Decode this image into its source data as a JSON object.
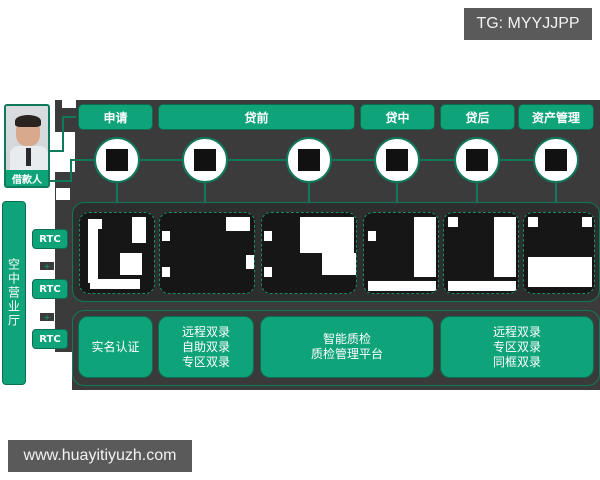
{
  "watermarks": {
    "top_right": "TG: MYYJJPP",
    "bottom_left": "www.huayitiyuzh.com"
  },
  "colors": {
    "brand_green": "#0fa37a",
    "line_green": "#11795b",
    "backdrop": "#3b3b3b",
    "watermark_bg": "#5a5a5a"
  },
  "borrower": {
    "label": "借款人",
    "icon": "person-photo"
  },
  "stages": [
    {
      "label": "申请"
    },
    {
      "label": "贷前"
    },
    {
      "label": "贷中"
    },
    {
      "label": "贷后"
    },
    {
      "label": "资产管理"
    }
  ],
  "nodes_count": 6,
  "side_panel": {
    "label": "空中营业厅",
    "rtc": [
      "RTC",
      "RTC",
      "RTC"
    ],
    "connector_icon": "+"
  },
  "services": [
    {
      "lines": [
        "实名认证"
      ]
    },
    {
      "lines": [
        "远程双录",
        "自助双录",
        "专区双录"
      ]
    },
    {
      "lines": [
        "智能质检",
        "质检管理平台"
      ]
    },
    {
      "lines": [
        "远程双录",
        "专区双录",
        "同框双录"
      ]
    }
  ]
}
